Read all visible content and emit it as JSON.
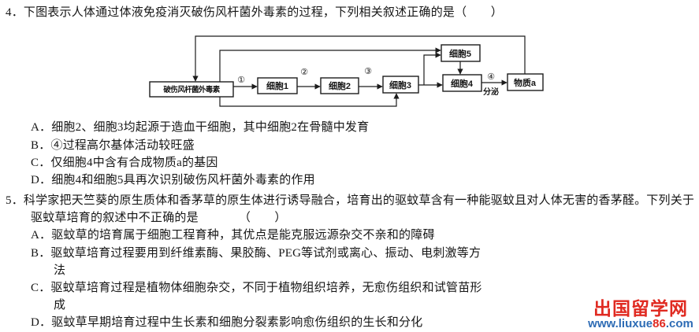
{
  "colors": {
    "text": "#161616",
    "watermark_red": "#e02a21",
    "watermark_blue": "#2e6cb5"
  },
  "q4": {
    "stem": "4．下图表示人体通过体液免疫消灭破伤风杆菌外毒素的过程，下列相关叙述正确的是（　　）",
    "options": [
      {
        "label": "A．",
        "text": "细胞2、细胞3均起源于造血干细胞，其中细胞2在骨髓中发育"
      },
      {
        "label": "B．",
        "text": "④过程高尔基体活动较旺盛"
      },
      {
        "label": "C．",
        "text": "仅细胞4中含有合成物质a的基因"
      },
      {
        "label": "D．",
        "text": "细胞4和细胞5具再次识别破伤风杆菌外毒素的作用"
      }
    ]
  },
  "diagram": {
    "nodes": {
      "toxin": "破伤风杆菌外毒素",
      "cell1": "细胞1",
      "cell2": "细胞2",
      "cell3": "细胞3",
      "cell4": "细胞4",
      "cell5": "细胞5",
      "substance_a": "物质a"
    },
    "labels": {
      "step1": "①",
      "step2": "②",
      "step3": "③",
      "step4": "④",
      "secrete": "分泌"
    }
  },
  "q5": {
    "stem_line1": "5．科学家把天竺葵的原生质体和香茅草的原生体进行诱导融合，培育出的驱蚊草含有一种能驱蚊且对人体无害的香茅醛。下列关于",
    "stem_line2": "驱蚊草培育的叙述中不正确的是",
    "stem_line2_paren": "（　　）",
    "options": [
      {
        "label": "A．",
        "line1": "驱蚊草的培育属于细胞工程育种，其优点是能克服远源杂交不亲和的障碍",
        "line2": ""
      },
      {
        "label": "B．",
        "line1": "驱蚊草培育过程要用到纤维素酶、果胶酶、PEG等试剂或离心、振动、电刺激等方",
        "line2": "法"
      },
      {
        "label": "C．",
        "line1": "驱蚊草培育过程是植物体细胞杂交，不同于植物组织培养，无愈伤组织和试管苗形",
        "line2": "成"
      },
      {
        "label": "D．",
        "line1": "驱蚊草早期培育过程中生长素和细胞分裂素影响愈伤组织的生长和分化",
        "line2": ""
      }
    ]
  },
  "watermark": {
    "site_name": "出国留学网",
    "url_prefix": "www.liuxue",
    "url_highlight": "86",
    "url_suffix": ".com"
  }
}
